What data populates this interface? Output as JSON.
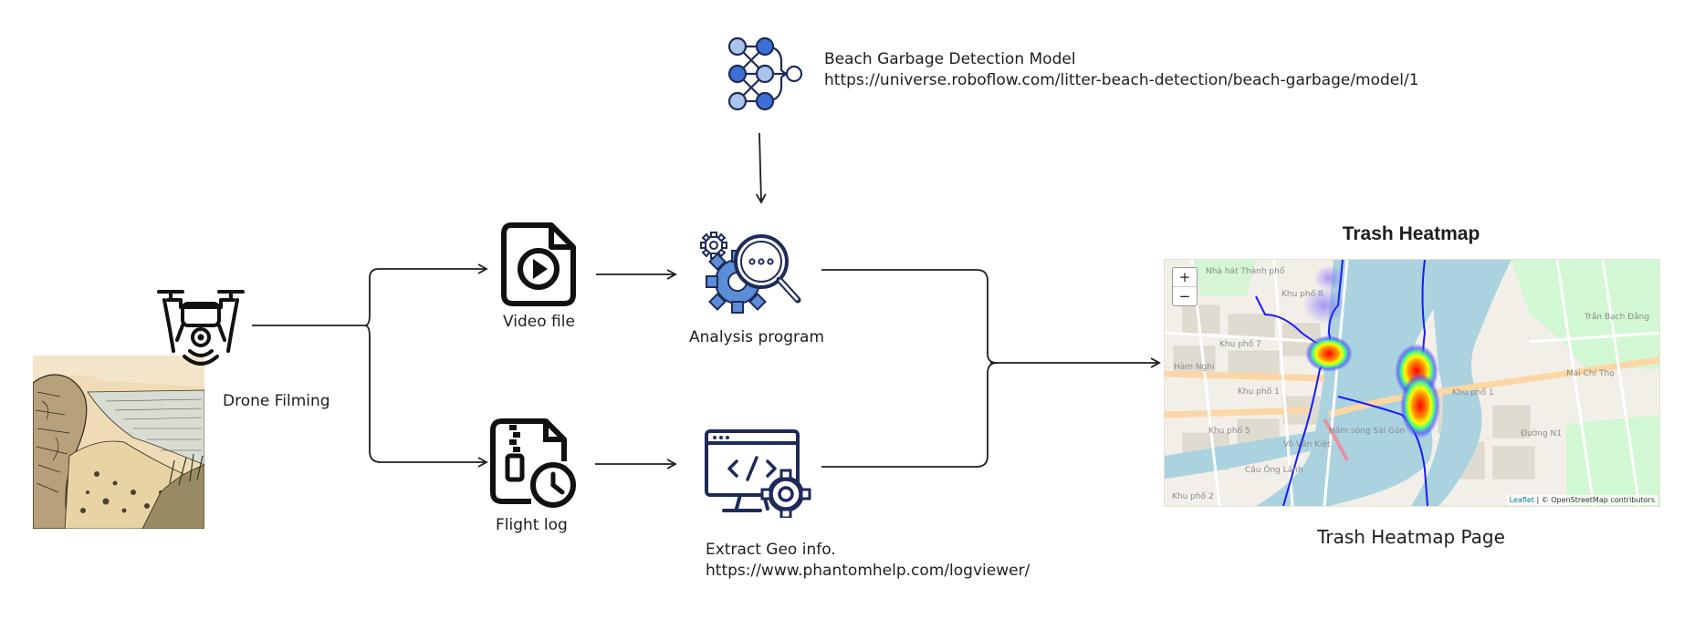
{
  "model": {
    "title": "Beach Garbage Detection Model",
    "url": "https://universe.roboflow.com/litter-beach-detection/beach-garbage/model/1"
  },
  "drone": {
    "label": "Drone Filming"
  },
  "video": {
    "label": "Video file"
  },
  "flightlog": {
    "label": "Flight log"
  },
  "analysis": {
    "label": "Analysis program"
  },
  "geo": {
    "title": "Extract Geo info.",
    "url": "https://www.phantomhelp.com/logviewer/"
  },
  "heatmap": {
    "title": "Trash Heatmap",
    "caption": "Trash Heatmap Page",
    "zoom_in": "+",
    "zoom_out": "−",
    "attribution_leaflet": "Leaflet",
    "attribution_rest": " | © OpenStreetMap contributors",
    "place_labels": [
      "Nhà hát Thành phố",
      "Khu phố 8",
      "Khu phố 7",
      "Hàm Nghi",
      "Khu phố 1",
      "Khu phố 5",
      "Cầu Ông Lãnh",
      "Khu phố 1",
      "Đường N1",
      "Mai Chí Thọ",
      "Khu phố 2",
      "Trần Bạch Đằng",
      "Hầm sông Sài Gòn",
      "Võ Văn Kiệt"
    ]
  },
  "colors": {
    "ink": "#1e1e1e",
    "icon_navy": "#1e2a5a",
    "icon_blue": "#3b6fd6",
    "icon_light_blue": "#aac4ee",
    "gear_blue": "#5b8ed6",
    "river": "#aad3df",
    "route": "#1a1aff",
    "park": "#c8facc"
  },
  "icons": [
    "neural-network-icon",
    "drone-icon",
    "video-file-icon",
    "zip-clock-file-icon",
    "gear-magnifier-icon",
    "code-monitor-gear-icon",
    "beach-sketch-image",
    "map-screenshot"
  ]
}
